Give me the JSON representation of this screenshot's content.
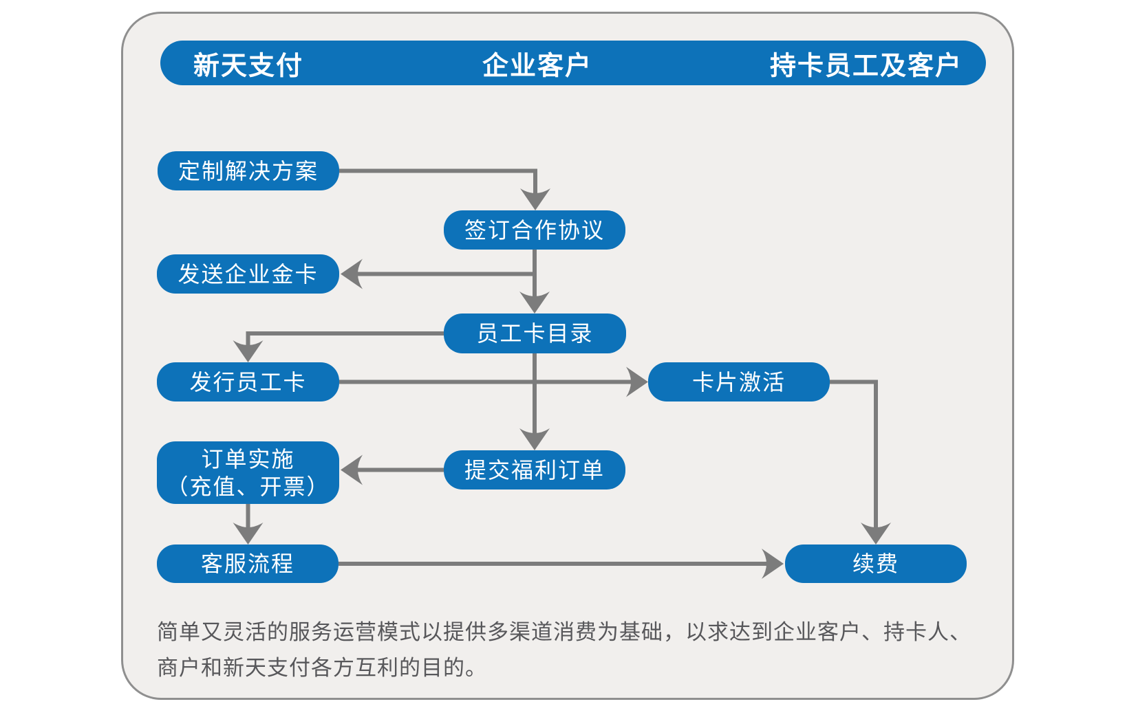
{
  "header": {
    "columns": [
      {
        "label": "新天支付"
      },
      {
        "label": "企业客户"
      },
      {
        "label": "持卡员工及客户"
      }
    ]
  },
  "nodes": {
    "custom_solution": {
      "label": "定制解决方案"
    },
    "sign_agreement": {
      "label": "签订合作协议"
    },
    "send_gold_card": {
      "label": "发送企业金卡"
    },
    "employee_card_catalog": {
      "label": "员工卡目录"
    },
    "issue_employee_card": {
      "label": "发行员工卡"
    },
    "card_activation": {
      "label": "卡片激活"
    },
    "submit_benefit_order": {
      "label": "提交福利订单"
    },
    "order_implementation": {
      "label_line1": "订单实施",
      "label_line2": "（充值、开票）"
    },
    "customer_service": {
      "label": "客服流程"
    },
    "renewal": {
      "label": "续费"
    }
  },
  "edges": [
    {
      "from": "custom_solution",
      "to": "sign_agreement"
    },
    {
      "from": "sign_agreement",
      "to": "send_gold_card"
    },
    {
      "from": "sign_agreement",
      "to": "employee_card_catalog"
    },
    {
      "from": "employee_card_catalog",
      "to": "issue_employee_card"
    },
    {
      "from": "issue_employee_card",
      "to": "card_activation"
    },
    {
      "from": "employee_card_catalog",
      "to": "submit_benefit_order"
    },
    {
      "from": "submit_benefit_order",
      "to": "order_implementation"
    },
    {
      "from": "order_implementation",
      "to": "customer_service"
    },
    {
      "from": "customer_service",
      "to": "renewal"
    },
    {
      "from": "card_activation",
      "to": "renewal"
    }
  ],
  "footer": {
    "line1": "简单又灵活的服务运营模式以提供多渠道消费为基础，以求达到企业客户、持卡人、",
    "line2": "商户和新天支付各方互利的目的。"
  },
  "colors": {
    "node_blue": "#0d72b9",
    "arrow_gray": "#7c7c7c",
    "panel_background": "#f1efed",
    "panel_border": "#8f8f8f",
    "footer_text": "#57575a"
  }
}
